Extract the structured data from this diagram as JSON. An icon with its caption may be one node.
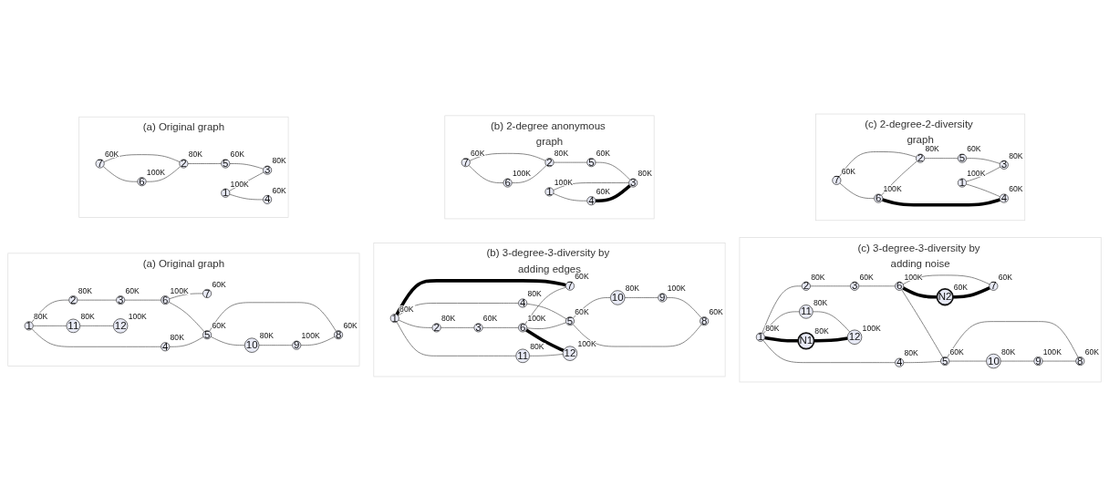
{
  "diagram": {
    "nodes": [
      {
        "text": [
          "(a) Original graph"
        ]
      },
      {
        "text": [
          "1"
        ],
        "beside": [
          "100K"
        ],
        "in": 0
      },
      {
        "text": [
          "2"
        ],
        "beside": [
          "80K"
        ],
        "in": 0
      },
      {
        "text": [
          "3"
        ],
        "beside": [
          "80K"
        ],
        "in": 0
      },
      {
        "text": [
          "4"
        ],
        "beside": [
          "60K"
        ],
        "in": 0
      },
      {
        "text": [
          "5"
        ],
        "beside": [
          "60K"
        ],
        "in": 0
      },
      {
        "text": [
          "6"
        ],
        "beside": [
          "100K"
        ],
        "in": 0
      },
      {
        "text": [
          "7"
        ],
        "beside": [
          "60K"
        ],
        "in": 0
      },
      {
        "text": [
          "(b) 2-degree anonymous graph"
        ]
      },
      {
        "text": [
          "1"
        ],
        "beside": [
          "100K"
        ],
        "in": 8
      },
      {
        "text": [
          "2"
        ],
        "beside": [
          "80K"
        ],
        "in": 8
      },
      {
        "text": [
          "3"
        ],
        "beside": [
          "80K"
        ],
        "in": 8
      },
      {
        "text": [
          "4"
        ],
        "beside": [
          "60K"
        ],
        "in": 8
      },
      {
        "text": [
          "5"
        ],
        "beside": [
          "60K"
        ],
        "in": 8
      },
      {
        "text": [
          "6"
        ],
        "beside": [
          "100K"
        ],
        "in": 8
      },
      {
        "text": [
          "7"
        ],
        "beside": [
          "60K"
        ],
        "in": 8
      },
      {
        "text": [
          "(c) 2-degree-2-diversity graph"
        ]
      },
      {
        "text": [
          "1"
        ],
        "beside": [
          "100K"
        ],
        "in": 16
      },
      {
        "text": [
          "2"
        ],
        "beside": [
          "80K"
        ],
        "in": 16
      },
      {
        "text": [
          "3"
        ],
        "beside": [
          "80K"
        ],
        "in": 16
      },
      {
        "text": [
          "4"
        ],
        "beside": [
          "60K"
        ],
        "in": 16
      },
      {
        "text": [
          "5"
        ],
        "beside": [
          "60K"
        ],
        "in": 16
      },
      {
        "text": [
          "6"
        ],
        "beside": [
          "100K"
        ],
        "in": 16
      },
      {
        "text": [
          "7"
        ],
        "beside": [
          "60K"
        ],
        "in": 16
      },
      {
        "text": [
          "(a) Original graph"
        ]
      },
      {
        "text": [
          "1"
        ],
        "beside": [
          "80K"
        ],
        "in": 24
      },
      {
        "text": [
          "2"
        ],
        "beside": [
          "80K"
        ],
        "in": 24
      },
      {
        "text": [
          "3"
        ],
        "beside": [
          "60K"
        ],
        "in": 24
      },
      {
        "text": [
          "4"
        ],
        "beside": [
          "80K"
        ],
        "in": 24
      },
      {
        "text": [
          "5"
        ],
        "beside": [
          "60K"
        ],
        "in": 24
      },
      {
        "text": [
          "6"
        ],
        "beside": [
          "100K"
        ],
        "in": 24
      },
      {
        "text": [
          "7"
        ],
        "beside": [
          "60K"
        ],
        "in": 24
      },
      {
        "text": [
          "8"
        ],
        "beside": [
          "60K"
        ],
        "in": 24
      },
      {
        "text": [
          "9"
        ],
        "beside": [
          "100K"
        ],
        "in": 24
      },
      {
        "text": [
          "10"
        ],
        "beside": [
          "80K"
        ],
        "in": 24
      },
      {
        "text": [
          "11"
        ],
        "beside": [
          "80K"
        ],
        "in": 24
      },
      {
        "text": [
          "12"
        ],
        "beside": [
          "100K"
        ],
        "in": 24
      },
      {
        "text": [
          "(b) 3-degree-3-diversity by adding edges"
        ]
      },
      {
        "text": [
          "1"
        ],
        "beside": [
          "80K"
        ],
        "in": 37
      },
      {
        "text": [
          "2"
        ],
        "beside": [
          "80K"
        ],
        "in": 37
      },
      {
        "text": [
          "3"
        ],
        "beside": [
          "60K"
        ],
        "in": 37
      },
      {
        "text": [
          "4"
        ],
        "beside": [
          "80K"
        ],
        "in": 37
      },
      {
        "text": [
          "5"
        ],
        "beside": [
          "60K"
        ],
        "in": 37
      },
      {
        "text": [
          "6"
        ],
        "beside": [
          "100K"
        ],
        "in": 37
      },
      {
        "text": [
          "7"
        ],
        "beside": [
          "60K"
        ],
        "in": 37
      },
      {
        "text": [
          "8"
        ],
        "beside": [
          "60K"
        ],
        "in": 37
      },
      {
        "text": [
          "9"
        ],
        "beside": [
          "100K"
        ],
        "in": 37
      },
      {
        "text": [
          "10"
        ],
        "beside": [
          "80K"
        ],
        "in": 37
      },
      {
        "text": [
          "11"
        ],
        "beside": [
          "80K"
        ],
        "in": 37
      },
      {
        "text": [
          "12"
        ],
        "beside": [
          "100K"
        ],
        "in": 37
      },
      {
        "text": [
          "(c) 3-degree-3-diversity by adding noise"
        ]
      },
      {
        "text": [
          "1"
        ],
        "beside": [
          "80K"
        ],
        "in": 50
      },
      {
        "text": [
          "2"
        ],
        "beside": [
          "80K"
        ],
        "in": 50
      },
      {
        "text": [
          "3"
        ],
        "beside": [
          "60K"
        ],
        "in": 50
      },
      {
        "text": [
          "4"
        ],
        "beside": [
          "80K"
        ],
        "in": 50
      },
      {
        "text": [
          "5"
        ],
        "beside": [
          "60K"
        ],
        "in": 50
      },
      {
        "text": [
          "6"
        ],
        "beside": [
          "100K"
        ],
        "in": 50
      },
      {
        "text": [
          "7"
        ],
        "beside": [
          "60K"
        ],
        "in": 50
      },
      {
        "text": [
          "8"
        ],
        "beside": [
          "60K"
        ],
        "in": 50
      },
      {
        "text": [
          "9"
        ],
        "beside": [
          "100K"
        ],
        "in": 50
      },
      {
        "text": [
          "10"
        ],
        "beside": [
          "80K"
        ],
        "in": 50
      },
      {
        "text": [
          "11"
        ],
        "beside": [
          "80K"
        ],
        "in": 50
      },
      {
        "text": [
          "12"
        ],
        "beside": [
          "100K"
        ],
        "in": 50
      },
      {
        "text": [
          "N1"
        ],
        "beside": [
          "80K"
        ],
        "in": 50
      },
      {
        "text": [
          "N2"
        ],
        "beside": [
          "60K"
        ],
        "in": 50
      }
    ],
    "edges": [
      {
        "from": 7,
        "to": 6,
        "arrow": "none"
      },
      {
        "from": 7,
        "to": 2,
        "arrow": "none"
      },
      {
        "from": 6,
        "to": 2,
        "arrow": "none"
      },
      {
        "from": 2,
        "to": 5,
        "arrow": "none"
      },
      {
        "from": 5,
        "to": 3,
        "arrow": "none"
      },
      {
        "from": 1,
        "to": 3,
        "arrow": "none"
      },
      {
        "from": 1,
        "to": 4,
        "arrow": "none"
      },
      {
        "from": 15,
        "to": 14,
        "arrow": "none"
      },
      {
        "from": 15,
        "to": 10,
        "arrow": "none"
      },
      {
        "from": 14,
        "to": 10,
        "arrow": "none"
      },
      {
        "from": 10,
        "to": 13,
        "arrow": "none"
      },
      {
        "from": 13,
        "to": 11,
        "arrow": "none"
      },
      {
        "from": 9,
        "to": 11,
        "arrow": "none"
      },
      {
        "from": 9,
        "to": 12,
        "arrow": "none"
      },
      {
        "from": 12,
        "to": 11,
        "arrow": "none",
        "style": "thick"
      },
      {
        "from": 23,
        "to": 22,
        "arrow": "none"
      },
      {
        "from": 23,
        "to": 18,
        "arrow": "none"
      },
      {
        "from": 22,
        "to": 18,
        "arrow": "none"
      },
      {
        "from": 18,
        "to": 21,
        "arrow": "none"
      },
      {
        "from": 21,
        "to": 19,
        "arrow": "none"
      },
      {
        "from": 17,
        "to": 19,
        "arrow": "none"
      },
      {
        "from": 17,
        "to": 20,
        "arrow": "none"
      },
      {
        "from": 22,
        "to": 20,
        "arrow": "none",
        "style": "thick"
      },
      {
        "from": 25,
        "to": 26,
        "arrow": "none"
      },
      {
        "from": 25,
        "to": 28,
        "arrow": "none"
      },
      {
        "from": 25,
        "to": 35,
        "arrow": "none"
      },
      {
        "from": 26,
        "to": 27,
        "arrow": "none"
      },
      {
        "from": 27,
        "to": 30,
        "arrow": "none"
      },
      {
        "from": 30,
        "to": 31,
        "arrow": "none"
      },
      {
        "from": 30,
        "to": 29,
        "arrow": "none"
      },
      {
        "from": 28,
        "to": 29,
        "arrow": "none"
      },
      {
        "from": 29,
        "to": 32,
        "arrow": "none"
      },
      {
        "from": 29,
        "to": 34,
        "arrow": "none"
      },
      {
        "from": 35,
        "to": 36,
        "arrow": "none"
      },
      {
        "from": 34,
        "to": 33,
        "arrow": "none"
      },
      {
        "from": 33,
        "to": 32,
        "arrow": "none"
      },
      {
        "from": 38,
        "to": 39,
        "arrow": "none"
      },
      {
        "from": 38,
        "to": 41,
        "arrow": "none"
      },
      {
        "from": 38,
        "to": 48,
        "arrow": "none"
      },
      {
        "from": 39,
        "to": 40,
        "arrow": "none"
      },
      {
        "from": 40,
        "to": 43,
        "arrow": "none"
      },
      {
        "from": 43,
        "to": 44,
        "arrow": "none"
      },
      {
        "from": 43,
        "to": 42,
        "arrow": "none"
      },
      {
        "from": 41,
        "to": 42,
        "arrow": "none"
      },
      {
        "from": 42,
        "to": 45,
        "arrow": "none"
      },
      {
        "from": 42,
        "to": 47,
        "arrow": "none"
      },
      {
        "from": 48,
        "to": 49,
        "arrow": "none"
      },
      {
        "from": 47,
        "to": 46,
        "arrow": "none"
      },
      {
        "from": 46,
        "to": 45,
        "arrow": "none"
      },
      {
        "from": 38,
        "to": 44,
        "arrow": "none",
        "style": "thick"
      },
      {
        "from": 43,
        "to": 49,
        "arrow": "none",
        "style": "thick"
      },
      {
        "from": 51,
        "to": 52,
        "arrow": "none"
      },
      {
        "from": 51,
        "to": 54,
        "arrow": "none"
      },
      {
        "from": 51,
        "to": 61,
        "arrow": "none"
      },
      {
        "from": 52,
        "to": 53,
        "arrow": "none"
      },
      {
        "from": 53,
        "to": 56,
        "arrow": "none"
      },
      {
        "from": 56,
        "to": 57,
        "arrow": "none"
      },
      {
        "from": 56,
        "to": 55,
        "arrow": "none"
      },
      {
        "from": 54,
        "to": 55,
        "arrow": "none"
      },
      {
        "from": 55,
        "to": 58,
        "arrow": "none"
      },
      {
        "from": 55,
        "to": 60,
        "arrow": "none"
      },
      {
        "from": 61,
        "to": 62,
        "arrow": "none"
      },
      {
        "from": 60,
        "to": 59,
        "arrow": "none"
      },
      {
        "from": 59,
        "to": 58,
        "arrow": "none"
      },
      {
        "from": 51,
        "to": 63,
        "arrow": "none",
        "style": "thick"
      },
      {
        "from": 63,
        "to": 62,
        "arrow": "none",
        "style": "thick"
      },
      {
        "from": 56,
        "to": 64,
        "arrow": "none",
        "style": "thick"
      },
      {
        "from": 64,
        "to": 57,
        "arrow": "none",
        "style": "thick"
      }
    ]
  }
}
